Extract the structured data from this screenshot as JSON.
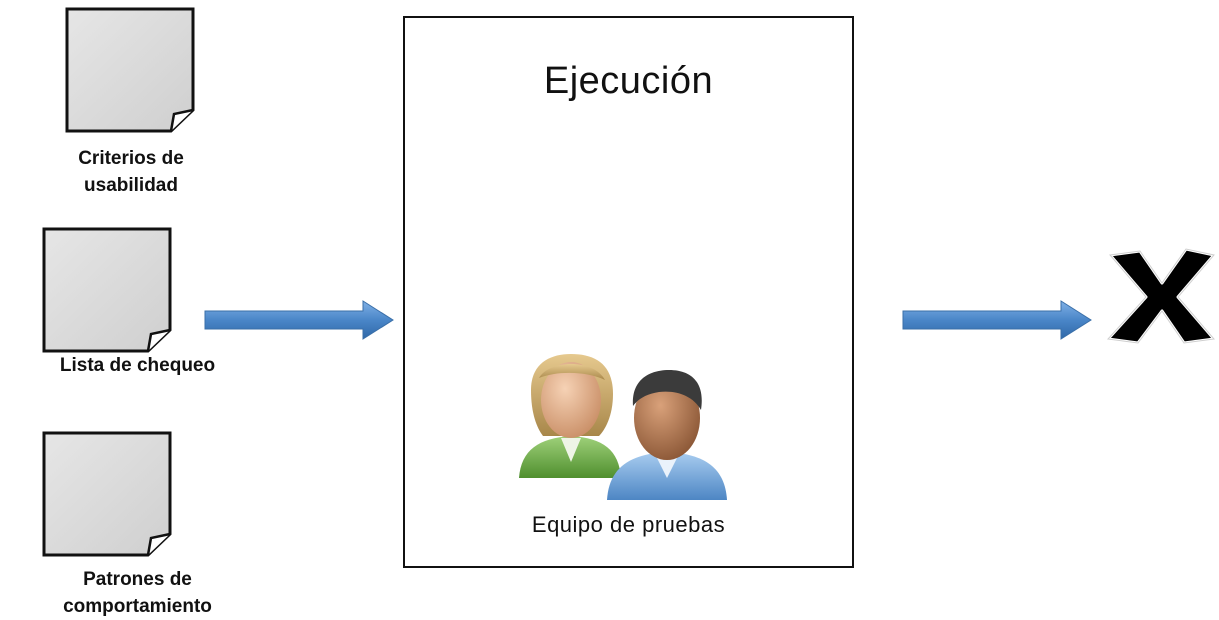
{
  "documents": [
    {
      "id": "criterios",
      "label_line1": "Criterios de",
      "label_line2": "usabilidad"
    },
    {
      "id": "lista",
      "label_line1": "Lista de chequeo",
      "label_line2": ""
    },
    {
      "id": "patrones",
      "label_line1": "Patrones de",
      "label_line2": "comportamiento"
    }
  ],
  "execution": {
    "title": "Ejecución",
    "team_label": "Equipo de pruebas"
  },
  "icons": {
    "document": "document-icon",
    "arrow": "right-arrow-icon",
    "team": "people-team-icon",
    "result": "x-mark-icon"
  },
  "colors": {
    "arrow_fill": "#4a86c8",
    "document_fill": "#d9d9d9",
    "x_mark": "#000000"
  }
}
